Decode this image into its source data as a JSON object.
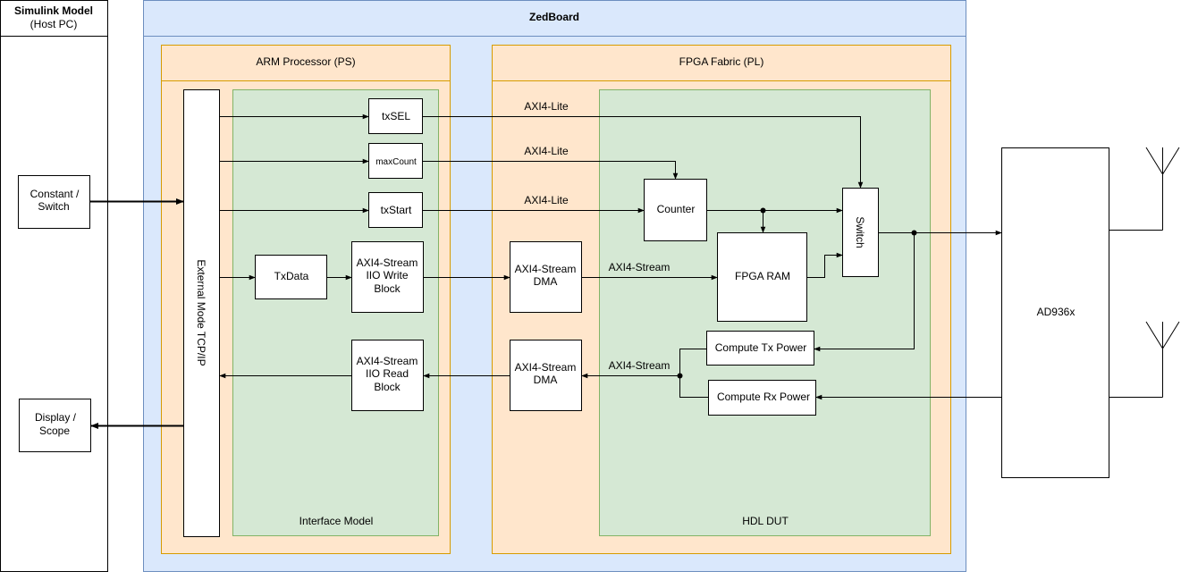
{
  "simulink": {
    "title": "Simulink Model",
    "subtitle": "(Host PC)"
  },
  "host_blocks": {
    "constant_line1": "Constant /",
    "constant_line2": "Switch",
    "display_line1": "Display /",
    "display_line2": "Scope"
  },
  "zedboard": {
    "title": "ZedBoard"
  },
  "arm": {
    "title": "ARM  Processor (PS)"
  },
  "fpga": {
    "title": "FPGA Fabric (PL)"
  },
  "external_mode": {
    "label": "External Mode TCP/IP"
  },
  "interface_model": {
    "label": "Interface Model",
    "txsel": "txSEL",
    "maxcount": "maxCount",
    "txstart": "txStart",
    "txdata": "TxData",
    "write_block": [
      "AXI4-Stream",
      "IIO Write",
      "Block"
    ],
    "read_block": [
      "AXI4-Stream",
      "IIO Read",
      "Block"
    ]
  },
  "dma": {
    "tx": [
      "AXI4-Stream",
      "DMA"
    ],
    "rx": [
      "AXI4-Stream",
      "DMA"
    ]
  },
  "hdl_dut": {
    "label": "HDL DUT",
    "counter": "Counter",
    "fpga_ram": "FPGA RAM",
    "switch": "Switch",
    "compute_tx": "Compute Tx Power",
    "compute_rx": "Compute Rx Power"
  },
  "links": {
    "axi_lite_1": "AXI4-Lite",
    "axi_lite_2": "AXI4-Lite",
    "axi_lite_3": "AXI4-Lite",
    "axi_stream_tx": "AXI4-Stream",
    "axi_stream_rx": "AXI4-Stream"
  },
  "rf": {
    "label": "AD936x"
  },
  "colors": {
    "blue_fill": "#dae8fc",
    "blue_stroke": "#6c8ebf",
    "orange_fill": "#ffe6cc",
    "orange_stroke": "#d79b00",
    "green_fill": "#d5e8d4",
    "green_stroke": "#82b366"
  }
}
